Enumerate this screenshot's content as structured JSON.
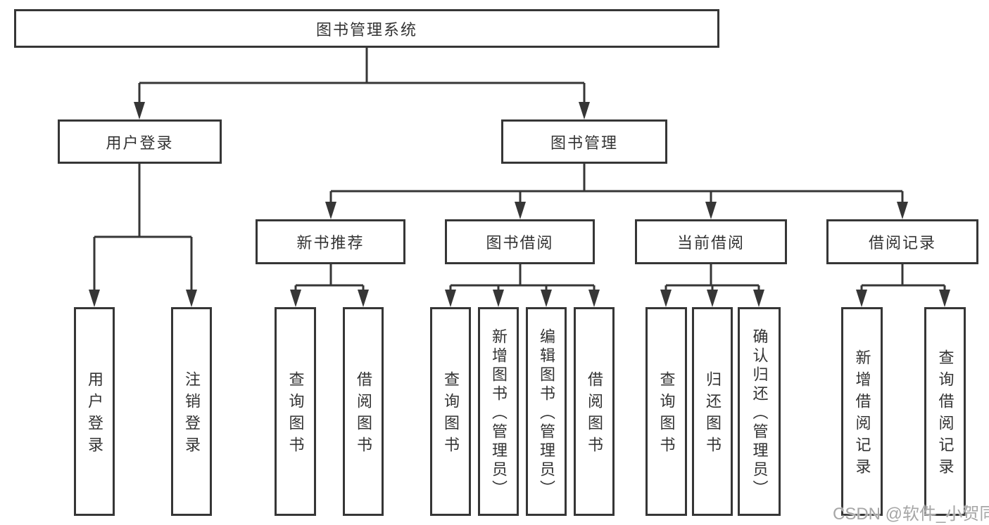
{
  "diagram": {
    "root": {
      "label": "图书管理系统",
      "children": [
        {
          "label": "用户登录",
          "children": [
            {
              "label": "用户登录"
            },
            {
              "label": "注销登录"
            }
          ]
        },
        {
          "label": "图书管理",
          "children": [
            {
              "label": "新书推荐",
              "children": [
                {
                  "label": "查询图书"
                },
                {
                  "label": "借阅图书"
                }
              ]
            },
            {
              "label": "图书借阅",
              "children": [
                {
                  "label": "查询图书"
                },
                {
                  "label": "新增图书（管理员）"
                },
                {
                  "label": "编辑图书（管理员）"
                },
                {
                  "label": "借阅图书"
                }
              ]
            },
            {
              "label": "当前借阅",
              "children": [
                {
                  "label": "查询图书"
                },
                {
                  "label": "归还图书"
                },
                {
                  "label": "确认归还（管理员）"
                }
              ]
            },
            {
              "label": "借阅记录",
              "children": [
                {
                  "label": "新增借阅记录"
                },
                {
                  "label": "查询借阅记录"
                }
              ]
            }
          ]
        }
      ]
    },
    "watermark": "CSDN @软件_小贺同学",
    "colors": {
      "line": "#363636",
      "text": "#333333",
      "watermark": "#a6a6a6",
      "background": "#ffffff"
    }
  }
}
